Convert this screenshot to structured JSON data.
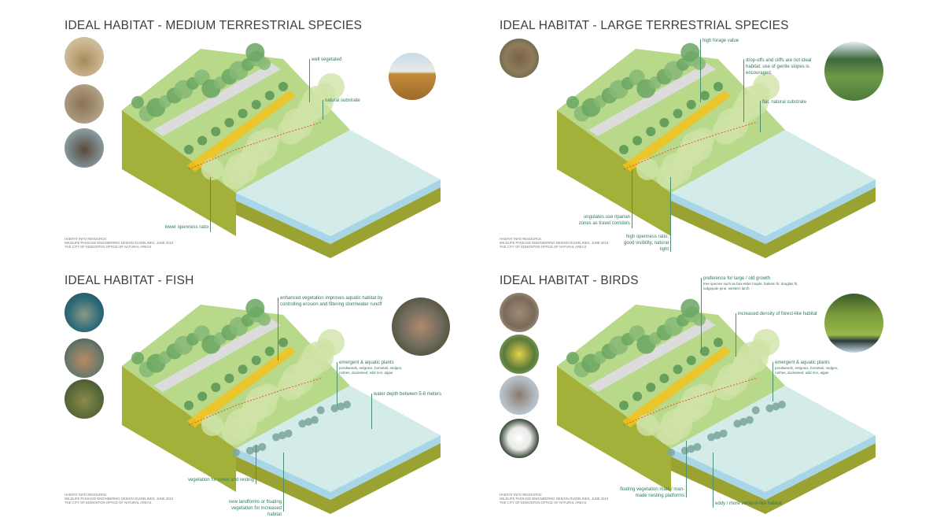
{
  "colors": {
    "land_top": "#b8d88a",
    "land_side": "#a3b13a",
    "water_top": "#d3ebe9",
    "water_side": "#a8d6e6",
    "base": "#9aa332",
    "road": "#dcdcdc",
    "path": "#f2c21b",
    "tree": "#86b877",
    "tree_dark": "#6aa663",
    "label": "#2f7a5c",
    "route": "#e8542a"
  },
  "footnote": [
    "HABITAT INFO RESOURCE:",
    "WILDLIFE PASSAGE ENGINEERING DESIGN GUIDELINES, JUNE 2010",
    "THE CITY OF EDMONTON OFFICE OF NATURAL AREAS"
  ],
  "panels": [
    {
      "title": "IDEAL HABITAT - MEDIUM TERRESTRIAL SPECIES",
      "photos": [
        "coyote-photo",
        "hare-photo",
        "beaver-photo"
      ],
      "landscape_photo": "grassland-photo",
      "labels": {
        "well_vegetated": "well vegetated",
        "natural_substrate": "natural substrate",
        "lower_openness": "lower openness ratio"
      }
    },
    {
      "title": "IDEAL HABITAT - LARGE TERRESTRIAL SPECIES",
      "photos": [
        "deer-photo"
      ],
      "landscape_photo": "forest-creek-photo",
      "labels": {
        "high_forage": "high forage value",
        "dropoffs": "drop-offs and cliffs are not ideal habitat, use of gentle slopes is encouraged.",
        "flat_substrate": "flat, natural substrate",
        "ungulates": "ungulates use riparian zones as travel corridors",
        "openness": "high openness ratio, good visibility, natural light"
      }
    },
    {
      "title": "IDEAL HABITAT - FISH",
      "photos": [
        "pike-photo",
        "trout-photo",
        "fish-in-weeds-photo"
      ],
      "landscape_photo": "log-jam-photo",
      "labels": {
        "enhanced": "enhanced vegetation improves aquatic habitat by controlling erosion and filtering stormwater runoff",
        "emergent": "emergent & aquatic plants",
        "emergent_sub": "pondweeds, eelgrass, horsetail, sedges, rushes, duckweed, wild rice, algae",
        "depth": "water depth between 5-6 meters",
        "cover": "vegetation for cover and resting",
        "landforms": "new landforms or floating vegetation for increased habitat"
      }
    },
    {
      "title": "IDEAL HABITAT - BIRDS",
      "photos": [
        "owl-photo",
        "warbler-photo",
        "hawk-photo",
        "swan-photo"
      ],
      "landscape_photo": "wetland-photo",
      "labels": {
        "old_growth": "preference for large / old growth",
        "old_growth_sub": "tree species such as box-elder maple, balsam fir, douglas fir, lodgepole pine, western larch",
        "density": "increased density of forest-like habitat",
        "emergent": "emergent & aquatic plants",
        "emergent_sub": "pondweeds, eelgrass, horsetail, sedges, rushes, duckweed, wild rice, algae",
        "floating": "floating vegetation mats / man-made nesting platforms",
        "eddy": "eddy / more wetland-like habitat"
      }
    }
  ]
}
